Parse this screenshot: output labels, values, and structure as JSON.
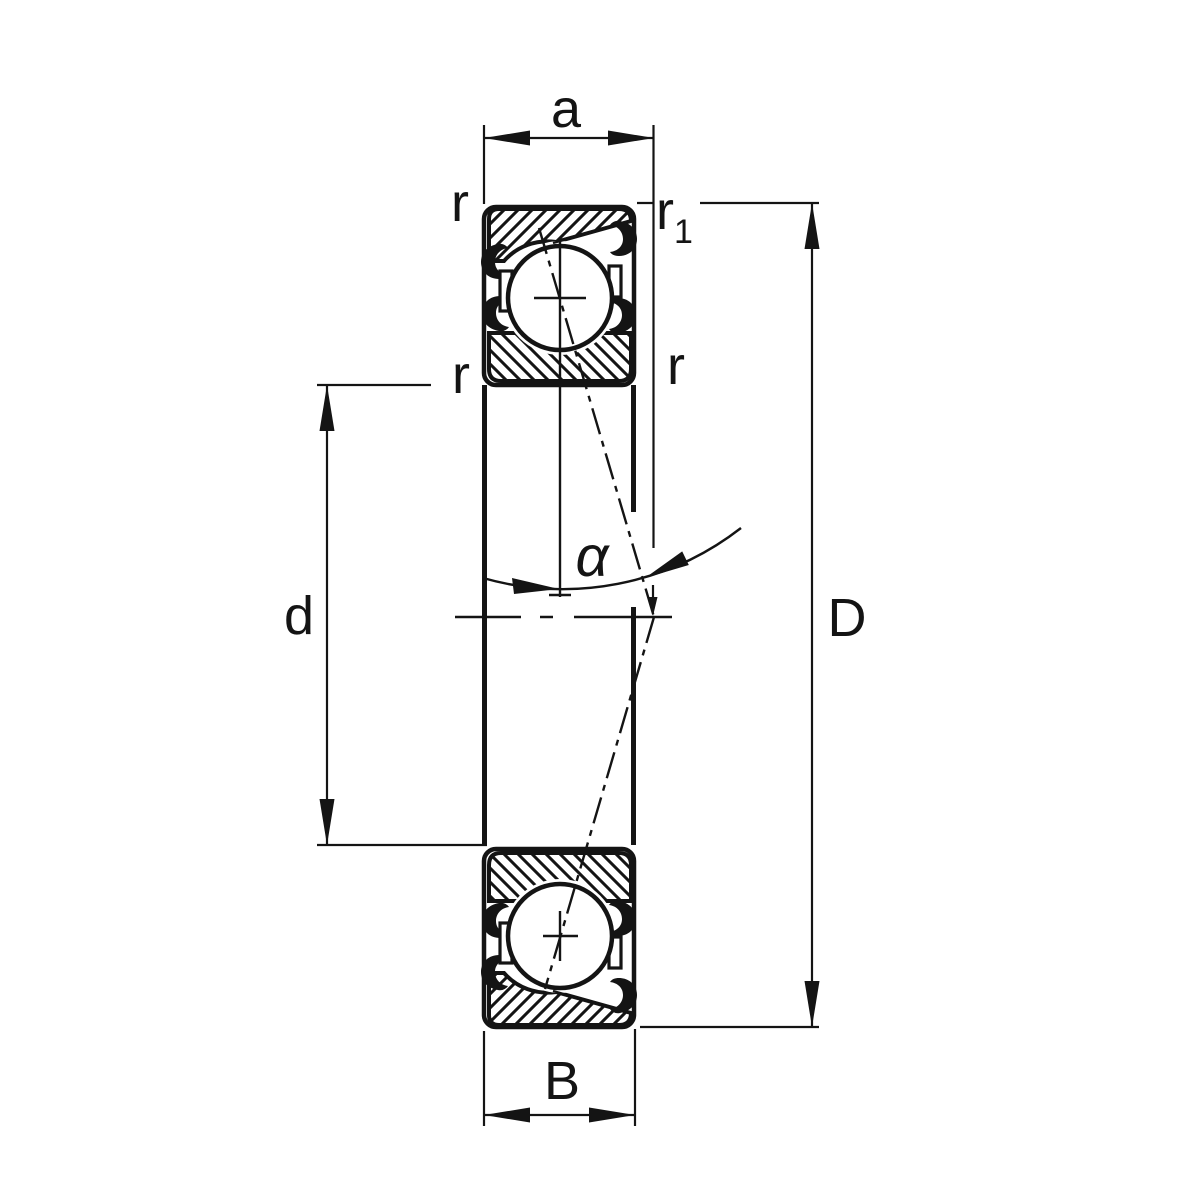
{
  "figure_labels": {
    "a": "a",
    "r": "r",
    "r1_base": "r",
    "r1_sub": "1",
    "d": "d",
    "D": "D",
    "B": "B",
    "alpha": "α"
  },
  "colors": {
    "ink": "#141414",
    "background": "#ffffff"
  }
}
